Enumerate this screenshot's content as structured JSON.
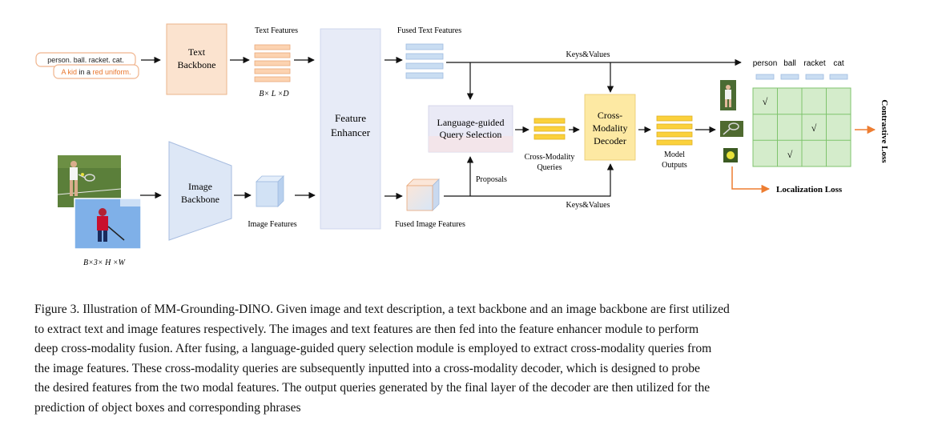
{
  "diagram": {
    "prompt_classes": "person. ball. racket. cat.",
    "prompt_sentence_parts": [
      "A kid ",
      "in a ",
      "red uniform."
    ],
    "text_backbone": [
      "Text",
      "Backbone"
    ],
    "text_features": "Text Features",
    "text_dims": "B× L ×D",
    "feature_enhancer": [
      "Feature",
      "Enhancer"
    ],
    "fused_text_features": "Fused Text Features",
    "keys_values_top": "Keys&Values",
    "keys_values_bottom": "Keys&Values",
    "query_selection": [
      "Language-guided",
      "Query Selection"
    ],
    "cross_modality_queries": [
      "Cross-Modality",
      "Queries"
    ],
    "proposals": "Proposals",
    "decoder": [
      "Cross-",
      "Modality",
      "Decoder"
    ],
    "model_outputs": [
      "Model",
      "Outputs"
    ],
    "class_labels": [
      "person",
      "ball",
      "racket",
      "cat"
    ],
    "checkmark": "√",
    "contrastive_loss": "Contrastive Loss",
    "localization_loss": "Localization Loss",
    "image_backbone": [
      "Image",
      "Backbone"
    ],
    "image_features": "Image Features",
    "fused_image_features": "Fused Image Features",
    "image_dims": "B×3× H ×W",
    "colors": {
      "text_backbone_fill": "#fbe3cf",
      "text_backbone_stroke": "#ebb58b",
      "orange_feature": "#fcd3b1",
      "enhancer_fill": "#e7ebf7",
      "blue_feature": "#c9ddf2",
      "yellow_feature": "#fbd13c",
      "decoder_fill": "#fde9a3",
      "query_fill": "#eaeaf6",
      "grid_fill": "#d4eccb",
      "loss_arrow": "#ed7d31"
    }
  },
  "caption_lines": [
    "Figure 3. Illustration of MM-Grounding-DINO. Given image and text description, a text backbone and an image backbone are first utilized",
    "to extract text and image features respectively.  The images and text features are then fed into the feature enhancer module to perform",
    "deep cross-modality fusion.  After fusing, a language-guided query selection module is employed to extract cross-modality queries from",
    "the image features.  These cross-modality queries are subsequently inputted into a cross-modality decoder, which is designed to probe",
    "the desired features from the two modal features.  The output queries generated by the final layer of the decoder are then utilized for the",
    "prediction of object boxes and corresponding phrases"
  ]
}
